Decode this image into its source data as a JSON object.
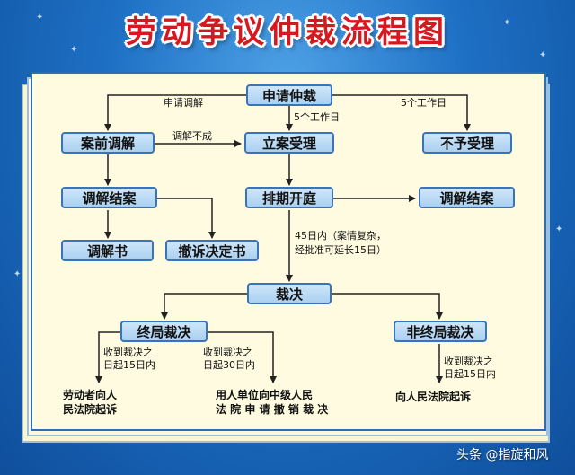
{
  "title": "劳动争议仲裁流程图",
  "nodes": {
    "apply": "申请仲裁",
    "pre_mediation": "案前调解",
    "accept": "立案受理",
    "reject": "不予受理",
    "mediation_close_left": "调解结案",
    "schedule": "排期开庭",
    "mediation_close_right": "调解结案",
    "mediation_doc": "调解书",
    "withdraw_doc": "撤诉决定书",
    "ruling": "裁决",
    "final_ruling": "终局裁决",
    "non_final_ruling": "非终局裁决"
  },
  "labels": {
    "apply_mediation": "申请调解",
    "five_days_accept": "5个工作日",
    "five_days_reject": "5个工作日",
    "mediation_failed": "调解不成",
    "days45_line1": "45日内（案情复杂，",
    "days45_line2": "经批准可延长15日）",
    "worker_days_line1": "收到裁决之",
    "worker_days_line2": "日起15日内",
    "employer_days_line1": "收到裁决之",
    "employer_days_line2": "日起30日内",
    "nonfinal_days_line1": "收到裁决之",
    "nonfinal_days_line2": "日起15日内"
  },
  "outcomes": {
    "worker_line1": "劳动者向人",
    "worker_line2": "民法院起诉",
    "employer_line1": "用人单位向中级人民",
    "employer_line2": "法 院 申 请 撤 销 裁 决",
    "nonfinal": "向人民法院起诉"
  },
  "watermark": "头条 @指旋和风",
  "colors": {
    "title": "#d7181f",
    "box_fill": "#b9dcf5",
    "box_border": "#3a74b8",
    "panel": "#fffbe0",
    "background": "#1d6fc4"
  }
}
